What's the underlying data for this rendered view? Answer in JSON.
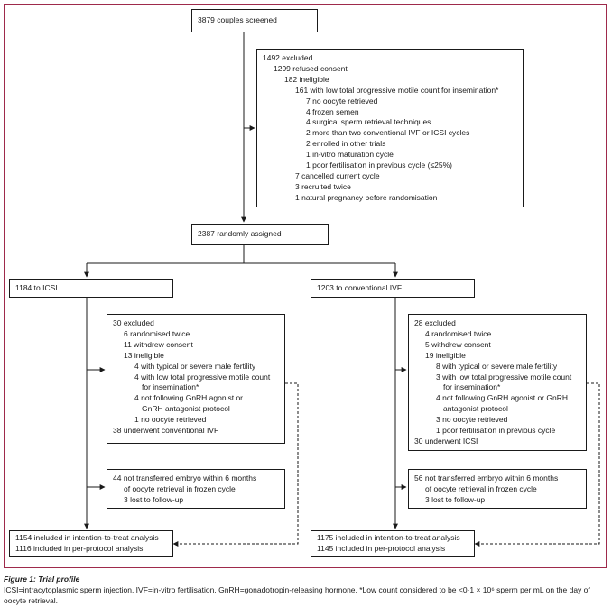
{
  "screened": "3879 couples screened",
  "excluded_main": [
    "1492 excluded",
    "1299 refused consent",
    "182 ineligible",
    "161 with low total progressive motile count for insemination*",
    "7 no oocyte retrieved",
    "4 frozen semen",
    "4 surgical sperm retrieval techniques",
    "2 more than two conventional IVF or ICSI cycles",
    "2 enrolled in other trials",
    "1 in-vitro maturation cycle",
    "1 poor fertilisation in previous cycle (≤25%)",
    "7 cancelled current cycle",
    "3 recruited twice",
    "1 natural pregnancy before randomisation"
  ],
  "randomised": "2387 randomly assigned",
  "arms": {
    "icsi": {
      "label": "1184 to ICSI",
      "excluded": [
        "30 excluded",
        "6 randomised twice",
        "11 withdrew consent",
        "13 ineligible",
        "4 with typical or severe male fertility",
        "4 with low total progressive motile count",
        "for insemination*",
        "4 not following GnRH agonist or",
        "GnRH antagonist protocol",
        "1 no oocyte retrieved",
        "38 underwent conventional IVF"
      ],
      "not_transferred": [
        "44 not transferred embryo within 6 months",
        "of oocyte retrieval in frozen cycle",
        "3 lost to follow-up"
      ],
      "analysis": [
        "1154 included in intention-to-treat analysis",
        "1116 included in per-protocol analysis"
      ]
    },
    "ivf": {
      "label": "1203 to conventional IVF",
      "excluded": [
        "28 excluded",
        "4 randomised twice",
        "5 withdrew consent",
        "19 ineligible",
        "8 with typical or severe male fertility",
        "3 with low total progressive motile count",
        "for insemination*",
        "4 not following GnRH agonist or GnRH",
        "antagonist protocol",
        "3 no oocyte retrieved",
        "1 poor fertilisation in previous cycle",
        "30 underwent ICSI"
      ],
      "not_transferred": [
        "56 not transferred embryo within 6 months",
        "of oocyte retrieval in frozen cycle",
        "3 lost to follow-up"
      ],
      "analysis": [
        "1175 included in intention-to-treat analysis",
        "1145 included in per-protocol analysis"
      ]
    }
  },
  "caption": {
    "title": "Figure 1: Trial profile",
    "text": "ICSI=intracytoplasmic sperm injection. IVF=in-vitro fertilisation. GnRH=gonadotropin-releasing hormone. *Low count considered to be <0·1 × 10⁶ sperm per mL on the day of oocyte retrieval."
  },
  "colors": {
    "frame": "#9e2a4b",
    "line": "#1a1a1a"
  }
}
